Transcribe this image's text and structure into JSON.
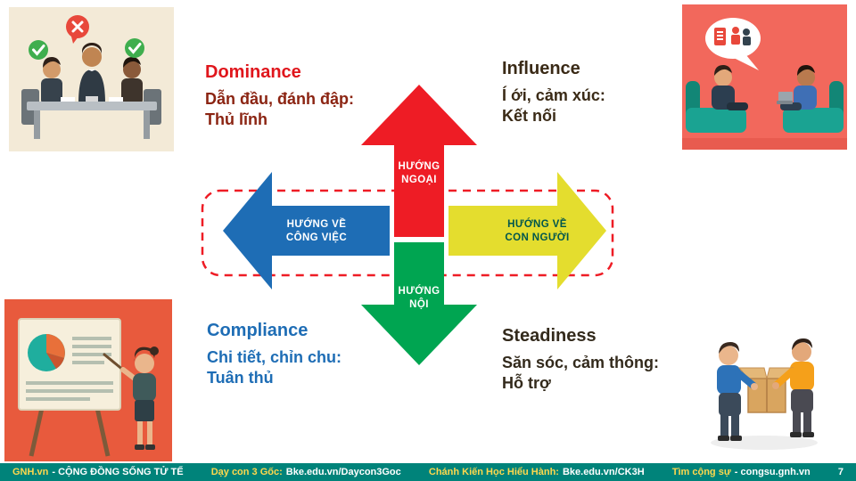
{
  "quadrants": {
    "dominance": {
      "title": "Dominance",
      "line1": "Dẫn đầu, đánh đập:",
      "line2": "Thủ lĩnh",
      "title_color": "#e0161c",
      "text_color": "#8b2412"
    },
    "influence": {
      "title": "Influence",
      "line1": "Í ới, cảm xúc:",
      "line2": "Kết nối",
      "title_color": "#3a2a16",
      "text_color": "#3a2a16"
    },
    "compliance": {
      "title": "Compliance",
      "line1": "Chi tiết, chỉn chu:",
      "line2": "Tuân thủ",
      "title_color": "#1e6db5",
      "text_color": "#1e6db5"
    },
    "steadiness": {
      "title": "Steadiness",
      "line1": "Săn sóc, cảm thông:",
      "line2": "Hỗ trợ",
      "title_color": "#332a1c",
      "text_color": "#332a1c"
    }
  },
  "axes": {
    "up": {
      "line1": "HƯỚNG",
      "line2": "NGOẠI",
      "color": "#ee1c25",
      "text_color": "#ffffff"
    },
    "down": {
      "line1": "HƯỚNG",
      "line2": "NỘI",
      "color": "#00a551",
      "text_color": "#ffffff"
    },
    "left": {
      "line1": "HƯỚNG VỀ",
      "line2": "CÔNG VIỆC",
      "color": "#1e6db5",
      "text_color": "#ffffff"
    },
    "right": {
      "line1": "HƯỚNG VỀ",
      "line2": "CON NGƯỜI",
      "color": "#e4dd2e",
      "text_color": "#00564d"
    },
    "frame_color": "#ee1c25"
  },
  "illustrations": {
    "top_left": "team-meeting-approval",
    "top_right": "friends-chatting-on-sofas",
    "bottom_left": "presenter-with-chart-board",
    "bottom_right": "two-people-carrying-box"
  },
  "footer": {
    "bg_color": "#00837a",
    "items": [
      {
        "label": "GNH.vn",
        "value": "- CỘNG ĐỒNG SỐNG TỬ TẾ"
      },
      {
        "label": "Dạy con 3 Gốc:",
        "value": "Bke.edu.vn/Daycon3Goc"
      },
      {
        "label": "Chánh Kiến Học Hiểu Hành:",
        "value": "Bke.edu.vn/CK3H"
      },
      {
        "label": "Tìm cộng sự",
        "value": "- congsu.gnh.vn"
      }
    ],
    "page_number": "7"
  }
}
